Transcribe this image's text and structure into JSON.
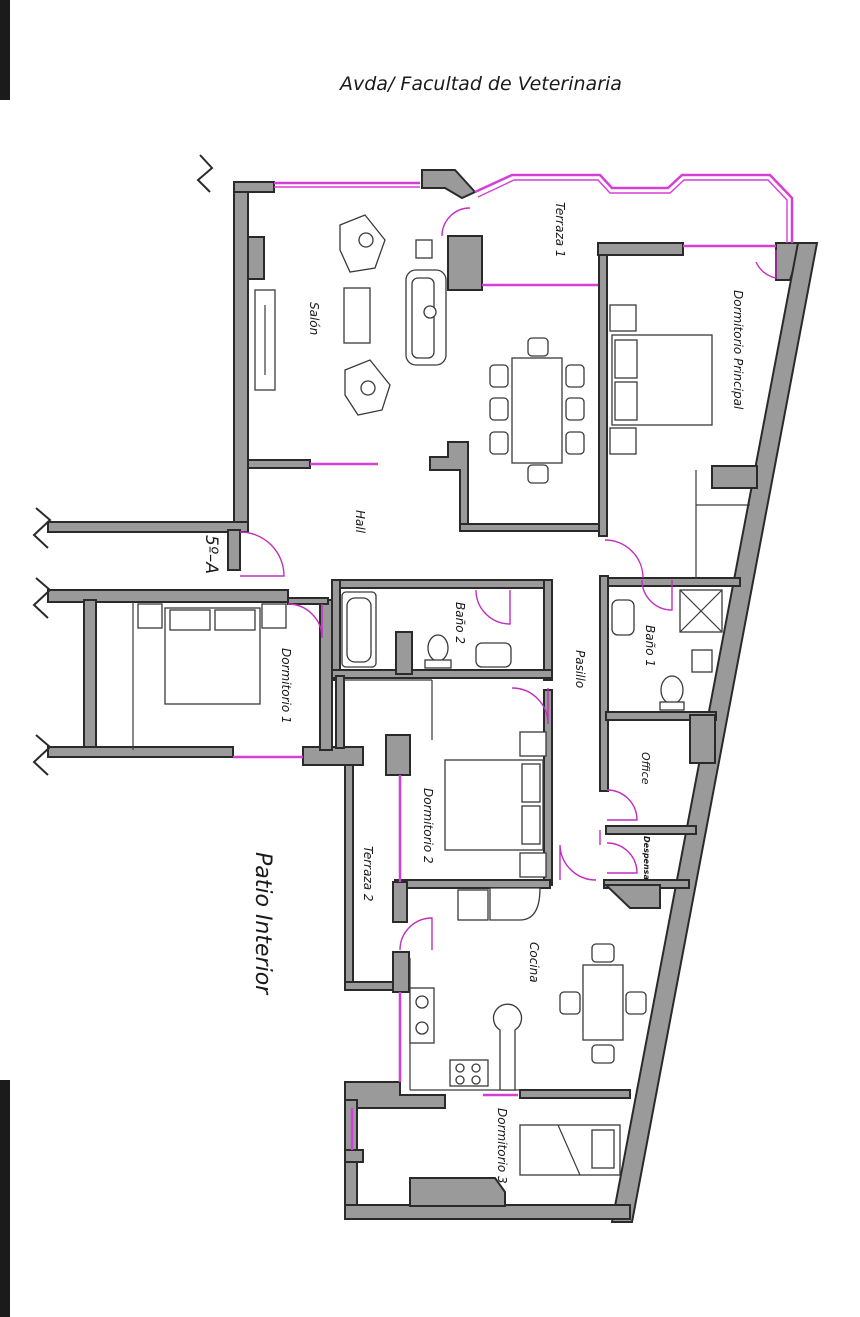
{
  "street_label": "Avda/ Facultad de Veterinaria",
  "unit_label": "5º–A",
  "patio_label": "Patio Interior",
  "rooms": {
    "terraza1": "Terraza 1",
    "salon": "Salón",
    "dormitorio_principal": "Dormitorio Principal",
    "hall": "Hall",
    "bano2": "Baño 2",
    "pasillo": "Pasillo",
    "bano1": "Baño 1",
    "dormitorio1": "Dormitorio 1",
    "dormitorio2": "Dormitorio 2",
    "terraza2": "Terraza 2",
    "office": "Office",
    "despensa": "Despensa",
    "cocina": "Cocina",
    "dormitorio3": "Dormitorio 3"
  },
  "colors": {
    "wall_fill": "#9a9a9a",
    "wall_stroke": "#2a2a2a",
    "window": "#d63fd6"
  }
}
